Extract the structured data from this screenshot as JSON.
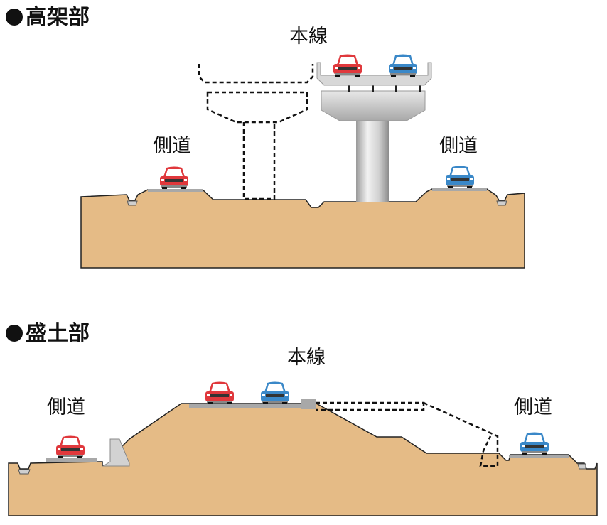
{
  "elevated": {
    "heading": "高架部",
    "main_line_label": "本線",
    "side_road_left_label": "側道",
    "side_road_right_label": "側道"
  },
  "embankment": {
    "heading": "盛土部",
    "main_line_label": "本線",
    "side_road_left_label": "側道",
    "side_road_right_label": "側道"
  },
  "colors": {
    "soil": "#e5bb86",
    "red_car": "#e0383c",
    "blue_car": "#3a88c8",
    "concrete": "#c8c8c8",
    "pavement": "#a8a8a8"
  }
}
